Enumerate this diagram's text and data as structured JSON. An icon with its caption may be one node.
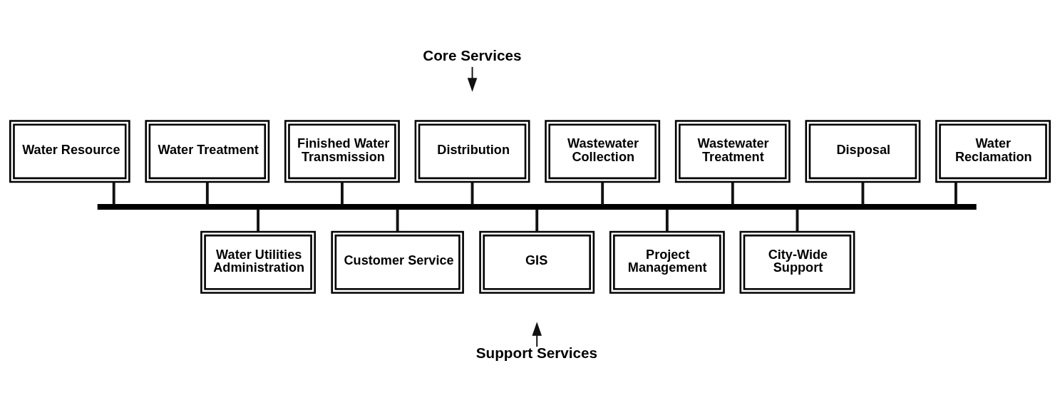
{
  "diagram": {
    "nodes": [
      {
        "text": [
          "Core Services"
        ]
      },
      {
        "text": [
          "Water Resource"
        ]
      },
      {
        "text": [
          "Water Treatment"
        ]
      },
      {
        "text": [
          "Finished Water Transmission"
        ]
      },
      {
        "text": [
          "Distribution"
        ]
      },
      {
        "text": [
          "Wastewater Collection"
        ]
      },
      {
        "text": [
          "Wastewater Treatment"
        ]
      },
      {
        "text": [
          "Disposal"
        ]
      },
      {
        "text": [
          "Water Reclamation"
        ]
      },
      {
        "text": [],
        "shape": "bar"
      },
      {
        "text": [
          "Water Utilities Administration"
        ]
      },
      {
        "text": [
          "Customer Service"
        ]
      },
      {
        "text": [
          "GIS"
        ]
      },
      {
        "text": [
          "Project Management"
        ]
      },
      {
        "text": [
          "City-Wide Support"
        ]
      },
      {
        "text": [
          "Support Services"
        ]
      }
    ],
    "edges": [
      {
        "from": 0,
        "to": null,
        "arrow": "to"
      },
      {
        "from": 1,
        "to": 9,
        "arrow": "none"
      },
      {
        "from": 2,
        "to": 9,
        "arrow": "none"
      },
      {
        "from": 3,
        "to": 9,
        "arrow": "none"
      },
      {
        "from": 4,
        "to": 9,
        "arrow": "none"
      },
      {
        "from": 5,
        "to": 9,
        "arrow": "none"
      },
      {
        "from": 6,
        "to": 9,
        "arrow": "none"
      },
      {
        "from": 7,
        "to": 9,
        "arrow": "none"
      },
      {
        "from": 8,
        "to": 9,
        "arrow": "none"
      },
      {
        "from": 9,
        "to": 10,
        "arrow": "none"
      },
      {
        "from": 9,
        "to": 11,
        "arrow": "none"
      },
      {
        "from": 9,
        "to": 12,
        "arrow": "none"
      },
      {
        "from": 9,
        "to": 13,
        "arrow": "none"
      },
      {
        "from": 9,
        "to": 14,
        "arrow": "none"
      },
      {
        "from": 15,
        "to": null,
        "arrow": "to"
      }
    ]
  }
}
